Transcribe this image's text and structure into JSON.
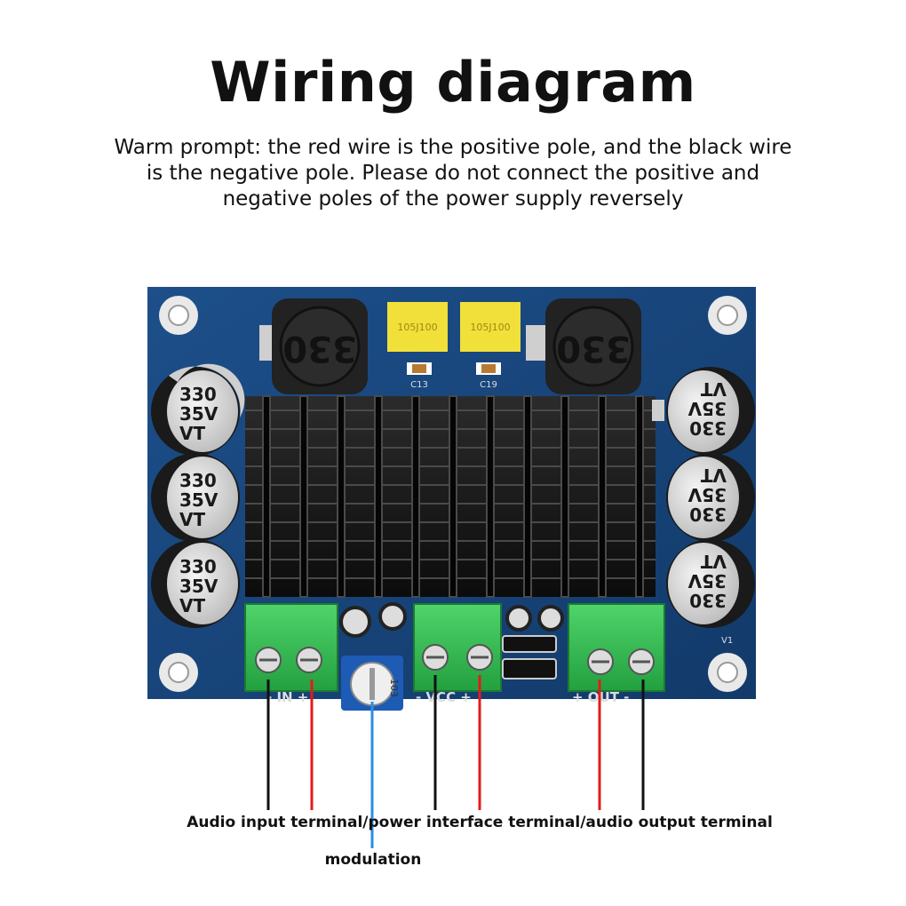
{
  "title": "Wiring diagram",
  "note": "Warm prompt: the red wire is the positive pole, and the black wire is the negative pole. Please do not connect the positive and negative poles of the power supply reversely",
  "board": {
    "inductor_marking": "330",
    "film_cap_marking": "105J100",
    "smd_labels": [
      "C13",
      "C19"
    ],
    "capacitor_lines": [
      "330",
      "35V",
      "VT"
    ],
    "version": "V1",
    "silk_in": "- IN +",
    "silk_vcc": "- VCC +",
    "silk_out": "+ OUT -",
    "pot_marking": "103"
  },
  "wire_colors": {
    "positive": "#e31b1b",
    "negative": "#111111",
    "modulation": "#2a8ee6"
  },
  "labels": {
    "terminals": "Audio input terminal/power interface terminal/audio output terminal",
    "modulation": "modulation"
  }
}
